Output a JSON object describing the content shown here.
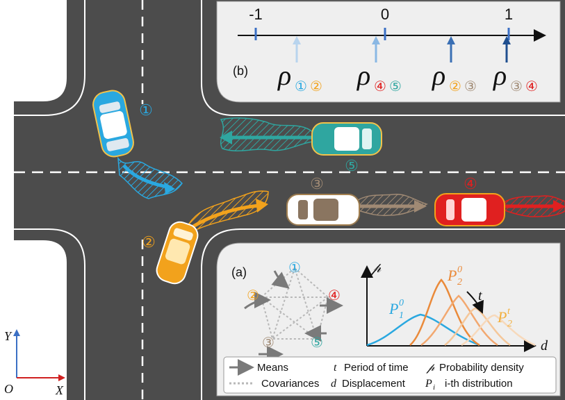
{
  "colors": {
    "road": "#4c4c4c",
    "lane_line": "#ffffff",
    "panel_bg": "#efefef",
    "car1": "#2aa8e0",
    "car2": "#f2a21c",
    "car3": "#a08a74",
    "car4": "#e02020",
    "car5": "#2fa6a0",
    "axis_y": "#3a6fc4",
    "axis_x": "#d02020"
  },
  "cars": [
    {
      "id": "1",
      "label": "①"
    },
    {
      "id": "2",
      "label": "②"
    },
    {
      "id": "3",
      "label": "③"
    },
    {
      "id": "4",
      "label": "④"
    },
    {
      "id": "5",
      "label": "⑤"
    }
  ],
  "panel_b": {
    "tag": "(b)",
    "ticks": [
      "-1",
      "0",
      "1"
    ],
    "rho_symbol": "ρ",
    "pairs": [
      {
        "a": "①",
        "b": "②"
      },
      {
        "a": "④",
        "b": "⑤"
      },
      {
        "a": "②",
        "b": "③"
      },
      {
        "a": "③",
        "b": "④"
      }
    ]
  },
  "panel_a": {
    "tag": "(a)",
    "graph_nodes": [
      "①",
      "②",
      "③",
      "④",
      "⑤"
    ],
    "y_axis_label": "𝓅",
    "x_axis_label": "d",
    "curve_labels": {
      "p1_base": "P",
      "p1_sub": "1",
      "p1_sup": "0",
      "p2_base": "P",
      "p2_sub": "2",
      "p2_sup": "0",
      "p2t_base": "P",
      "p2t_sub": "2",
      "p2t_sup": "t",
      "time": "t"
    }
  },
  "legend": {
    "means": "Means",
    "covariances": "Covariances",
    "t_symbol": "t",
    "period": "Period of time",
    "d_symbol": "d",
    "displacement": "Displacement",
    "p_symbol": "𝓅",
    "density": "Probability density",
    "pi_symbol": "P",
    "pi_sub": "i",
    "distribution": "i-th distribution"
  },
  "axes": {
    "y": "Y",
    "x": "X",
    "origin": "O"
  }
}
